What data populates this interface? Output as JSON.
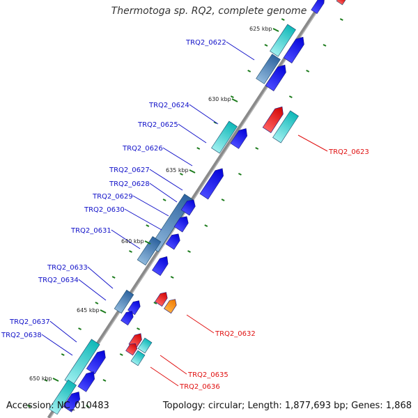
{
  "title": "Thermotoga sp. RQ2, complete genome",
  "footer": {
    "accession": "Accession: NC_010483",
    "topology": "Topology: circular; Length: 1,877,693 bp; Genes: 1,868"
  },
  "colors": {
    "backbone": "#888888",
    "tick": "#1a7a1a",
    "forward_label": "#1010c8",
    "reverse_label": "#e01010",
    "blue": "#0a0af0",
    "cyan": "#18c6c6",
    "red": "#ee1111",
    "orange": "#ff8800",
    "steel": "#4a84b8"
  },
  "ruler": [
    {
      "label": "625 kbp"
    },
    {
      "label": "630 kbp"
    },
    {
      "label": "635 kbp"
    },
    {
      "label": "640 kbp"
    },
    {
      "label": "645 kbp"
    },
    {
      "label": "650 kbp"
    }
  ],
  "gene_labels": [
    {
      "text": "TRQ2_0622",
      "strand": "forward"
    },
    {
      "text": "TRQ2_0623",
      "strand": "reverse"
    },
    {
      "text": "TRQ2_0624",
      "strand": "forward"
    },
    {
      "text": "TRQ2_0625",
      "strand": "forward"
    },
    {
      "text": "TRQ2_0626",
      "strand": "forward"
    },
    {
      "text": "TRQ2_0627",
      "strand": "forward"
    },
    {
      "text": "TRQ2_0628",
      "strand": "forward"
    },
    {
      "text": "TRQ2_0629",
      "strand": "forward"
    },
    {
      "text": "TRQ2_0630",
      "strand": "forward"
    },
    {
      "text": "TRQ2_0631",
      "strand": "forward"
    },
    {
      "text": "TRQ2_0632",
      "strand": "reverse"
    },
    {
      "text": "TRQ2_0633",
      "strand": "forward"
    },
    {
      "text": "TRQ2_0634",
      "strand": "forward"
    },
    {
      "text": "TRQ2_0635",
      "strand": "reverse"
    },
    {
      "text": "TRQ2_0636",
      "strand": "reverse"
    },
    {
      "text": "TRQ2_0637",
      "strand": "forward"
    },
    {
      "text": "TRQ2_0638",
      "strand": "forward"
    }
  ]
}
